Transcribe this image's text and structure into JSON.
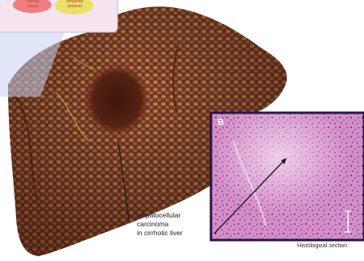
{
  "callout": {
    "line1": "Hepatocellular",
    "line2": "carcinoma",
    "line3": "in cirrhotic liver"
  },
  "histology_panel": {
    "label": "B",
    "caption": "Histological section"
  },
  "inset": {
    "left_text": "normal\ntissue",
    "right_text": "Amplified\nproteins"
  }
}
